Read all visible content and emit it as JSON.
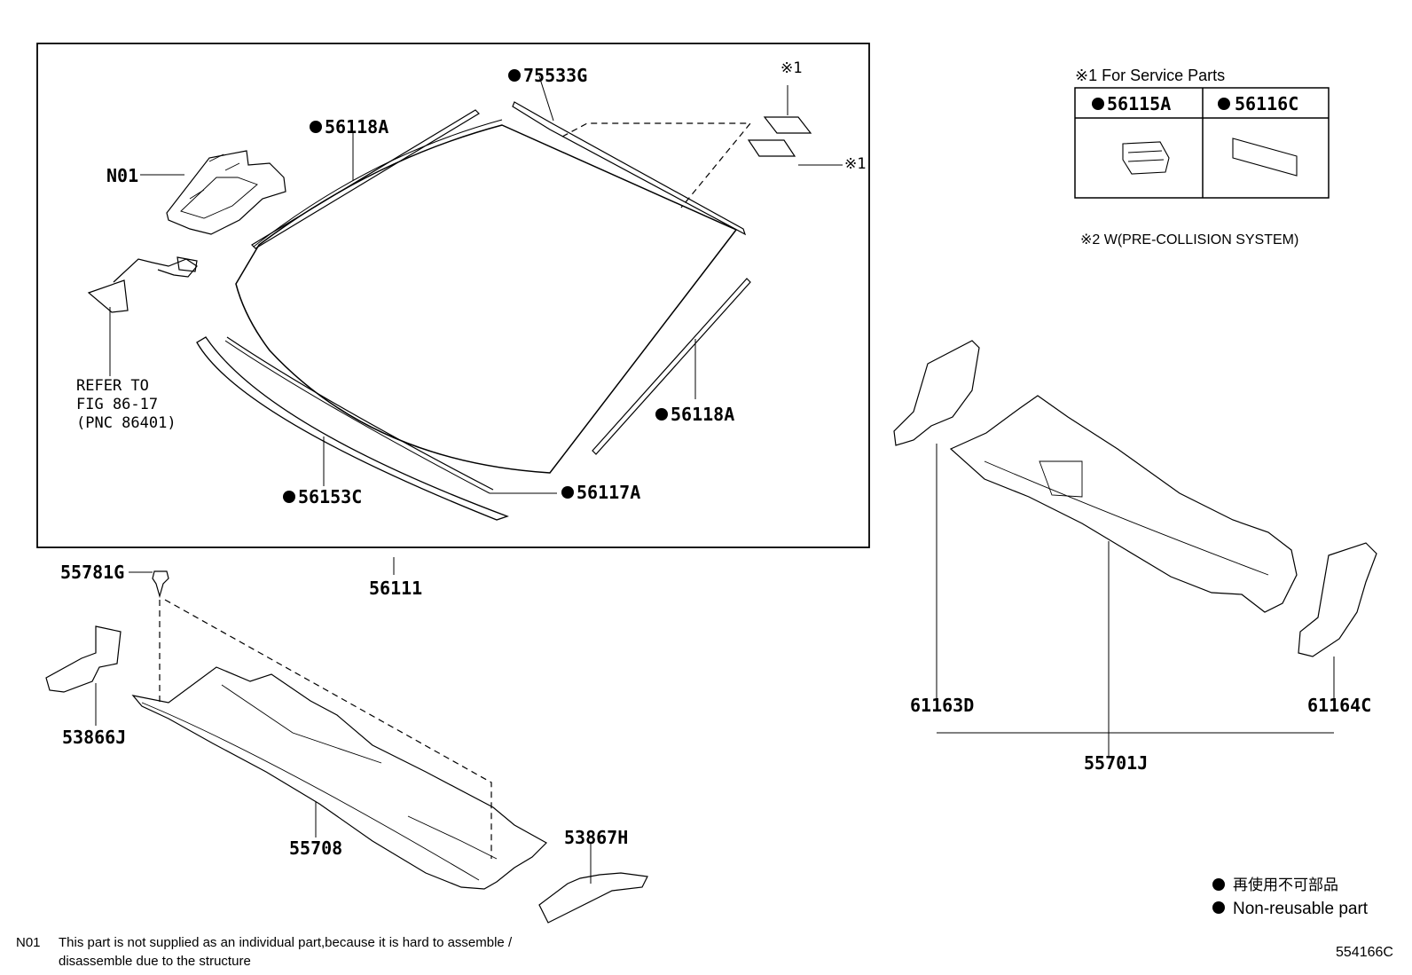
{
  "callouts": {
    "n01": "N01",
    "p75533g": "75533G",
    "p56118a_top": "56118A",
    "p56118a_right": "56118A",
    "p56153c": "56153C",
    "p56117a": "56117A",
    "p56111": "56111",
    "p55781g": "55781G",
    "p53866j": "53866J",
    "p55708": "55708",
    "p53867h": "53867H",
    "p61163d": "61163D",
    "p61164c": "61164C",
    "p55701j": "55701J",
    "mark1_top": "※1",
    "mark1_right": "※1"
  },
  "refer": {
    "line1": "REFER TO",
    "line2": "FIG 86-17",
    "line3": "(PNC 86401)"
  },
  "service_parts": {
    "title": "※1 For Service Parts",
    "col1": "56115A",
    "col2": "56116C"
  },
  "note2": "※2 W(PRE-COLLISION SYSTEM)",
  "legend": {
    "jp": "再使用不可部品",
    "en": "Non-reusable part"
  },
  "footnote": {
    "code": "N01",
    "line1": "This part is not supplied as an individual part,because it is hard to assemble /",
    "line2": "disassemble due to the structure"
  },
  "figure_id": "554166C"
}
